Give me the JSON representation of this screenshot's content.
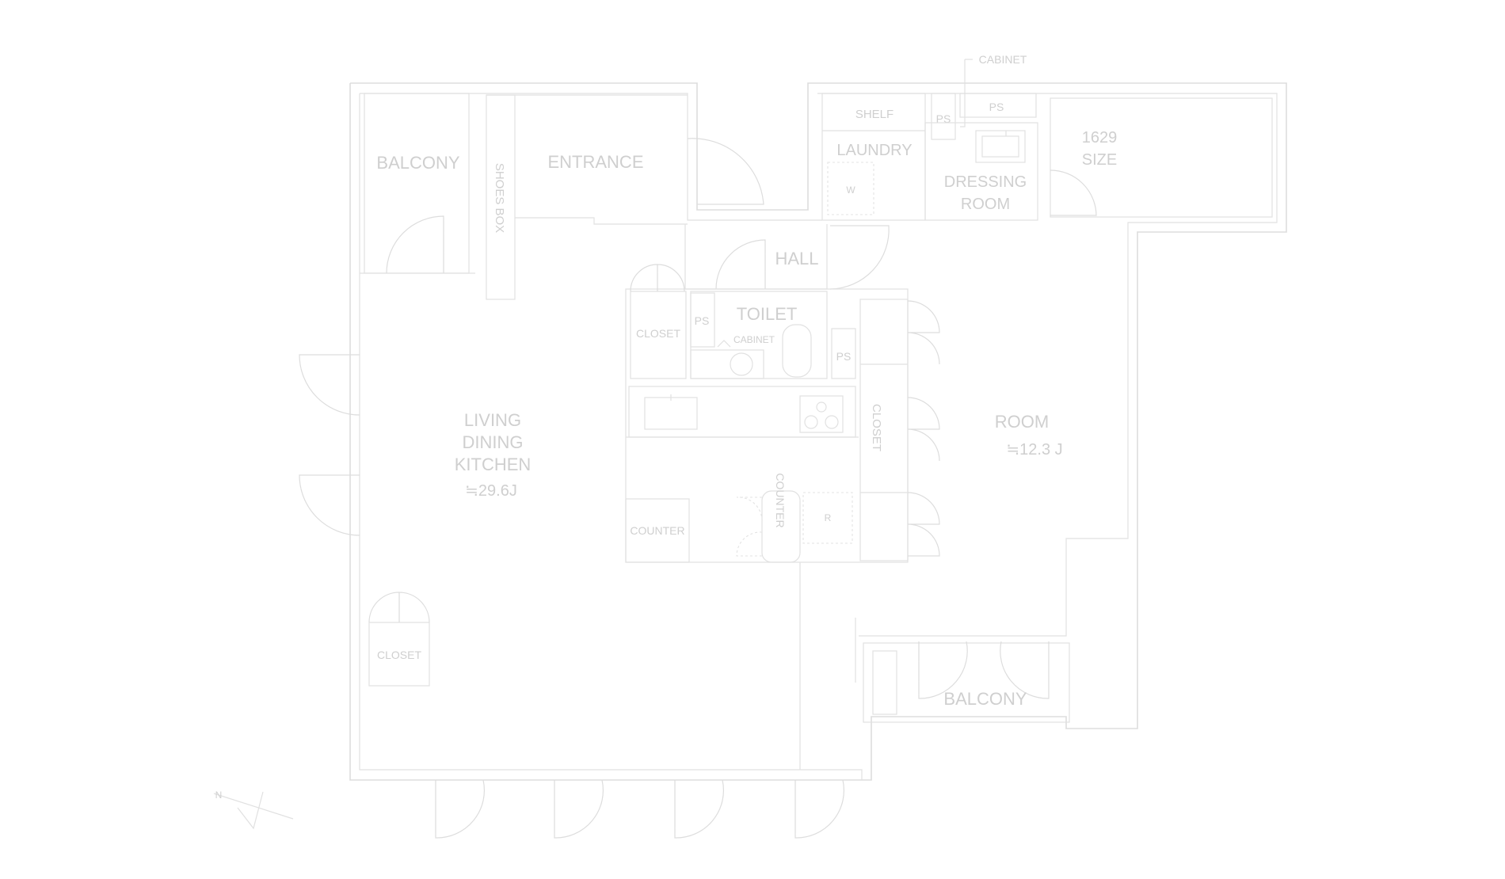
{
  "rooms": {
    "balcony_top": "BALCONY",
    "entrance": "ENTRANCE",
    "shoes_box": "SHOES BOX",
    "shelf": "SHELF",
    "laundry": "LAUNDRY",
    "washer": "W",
    "ps_top_left": "PS",
    "ps_top_right": "PS",
    "cabinet_top": "CABINET",
    "dressing_line1": "DRESSING",
    "dressing_line2": "ROOM",
    "bath_line1": "1629",
    "bath_line2": "SIZE",
    "hall": "HALL",
    "toilet": "TOILET",
    "ps_toilet": "PS",
    "cabinet_toilet": "CABINET",
    "closet_toilet": "CLOSET",
    "ps_room": "PS",
    "closet_room": "CLOSET",
    "ldk_line1": "LIVING",
    "ldk_line2": "DINING",
    "ldk_line3": "KITCHEN",
    "ldk_area": "≒29.6J",
    "room": "ROOM",
    "room_area": "≒12.3 J",
    "counter_left": "COUNTER",
    "counter_island": "COUNTER",
    "fridge": "R",
    "closet_ldk": "CLOSET",
    "balcony_bottom": "BALCONY"
  },
  "compass": {
    "label": "N"
  },
  "colors": {
    "line": "#dddddd",
    "text": "#cfcfcf",
    "background": "#ffffff"
  }
}
